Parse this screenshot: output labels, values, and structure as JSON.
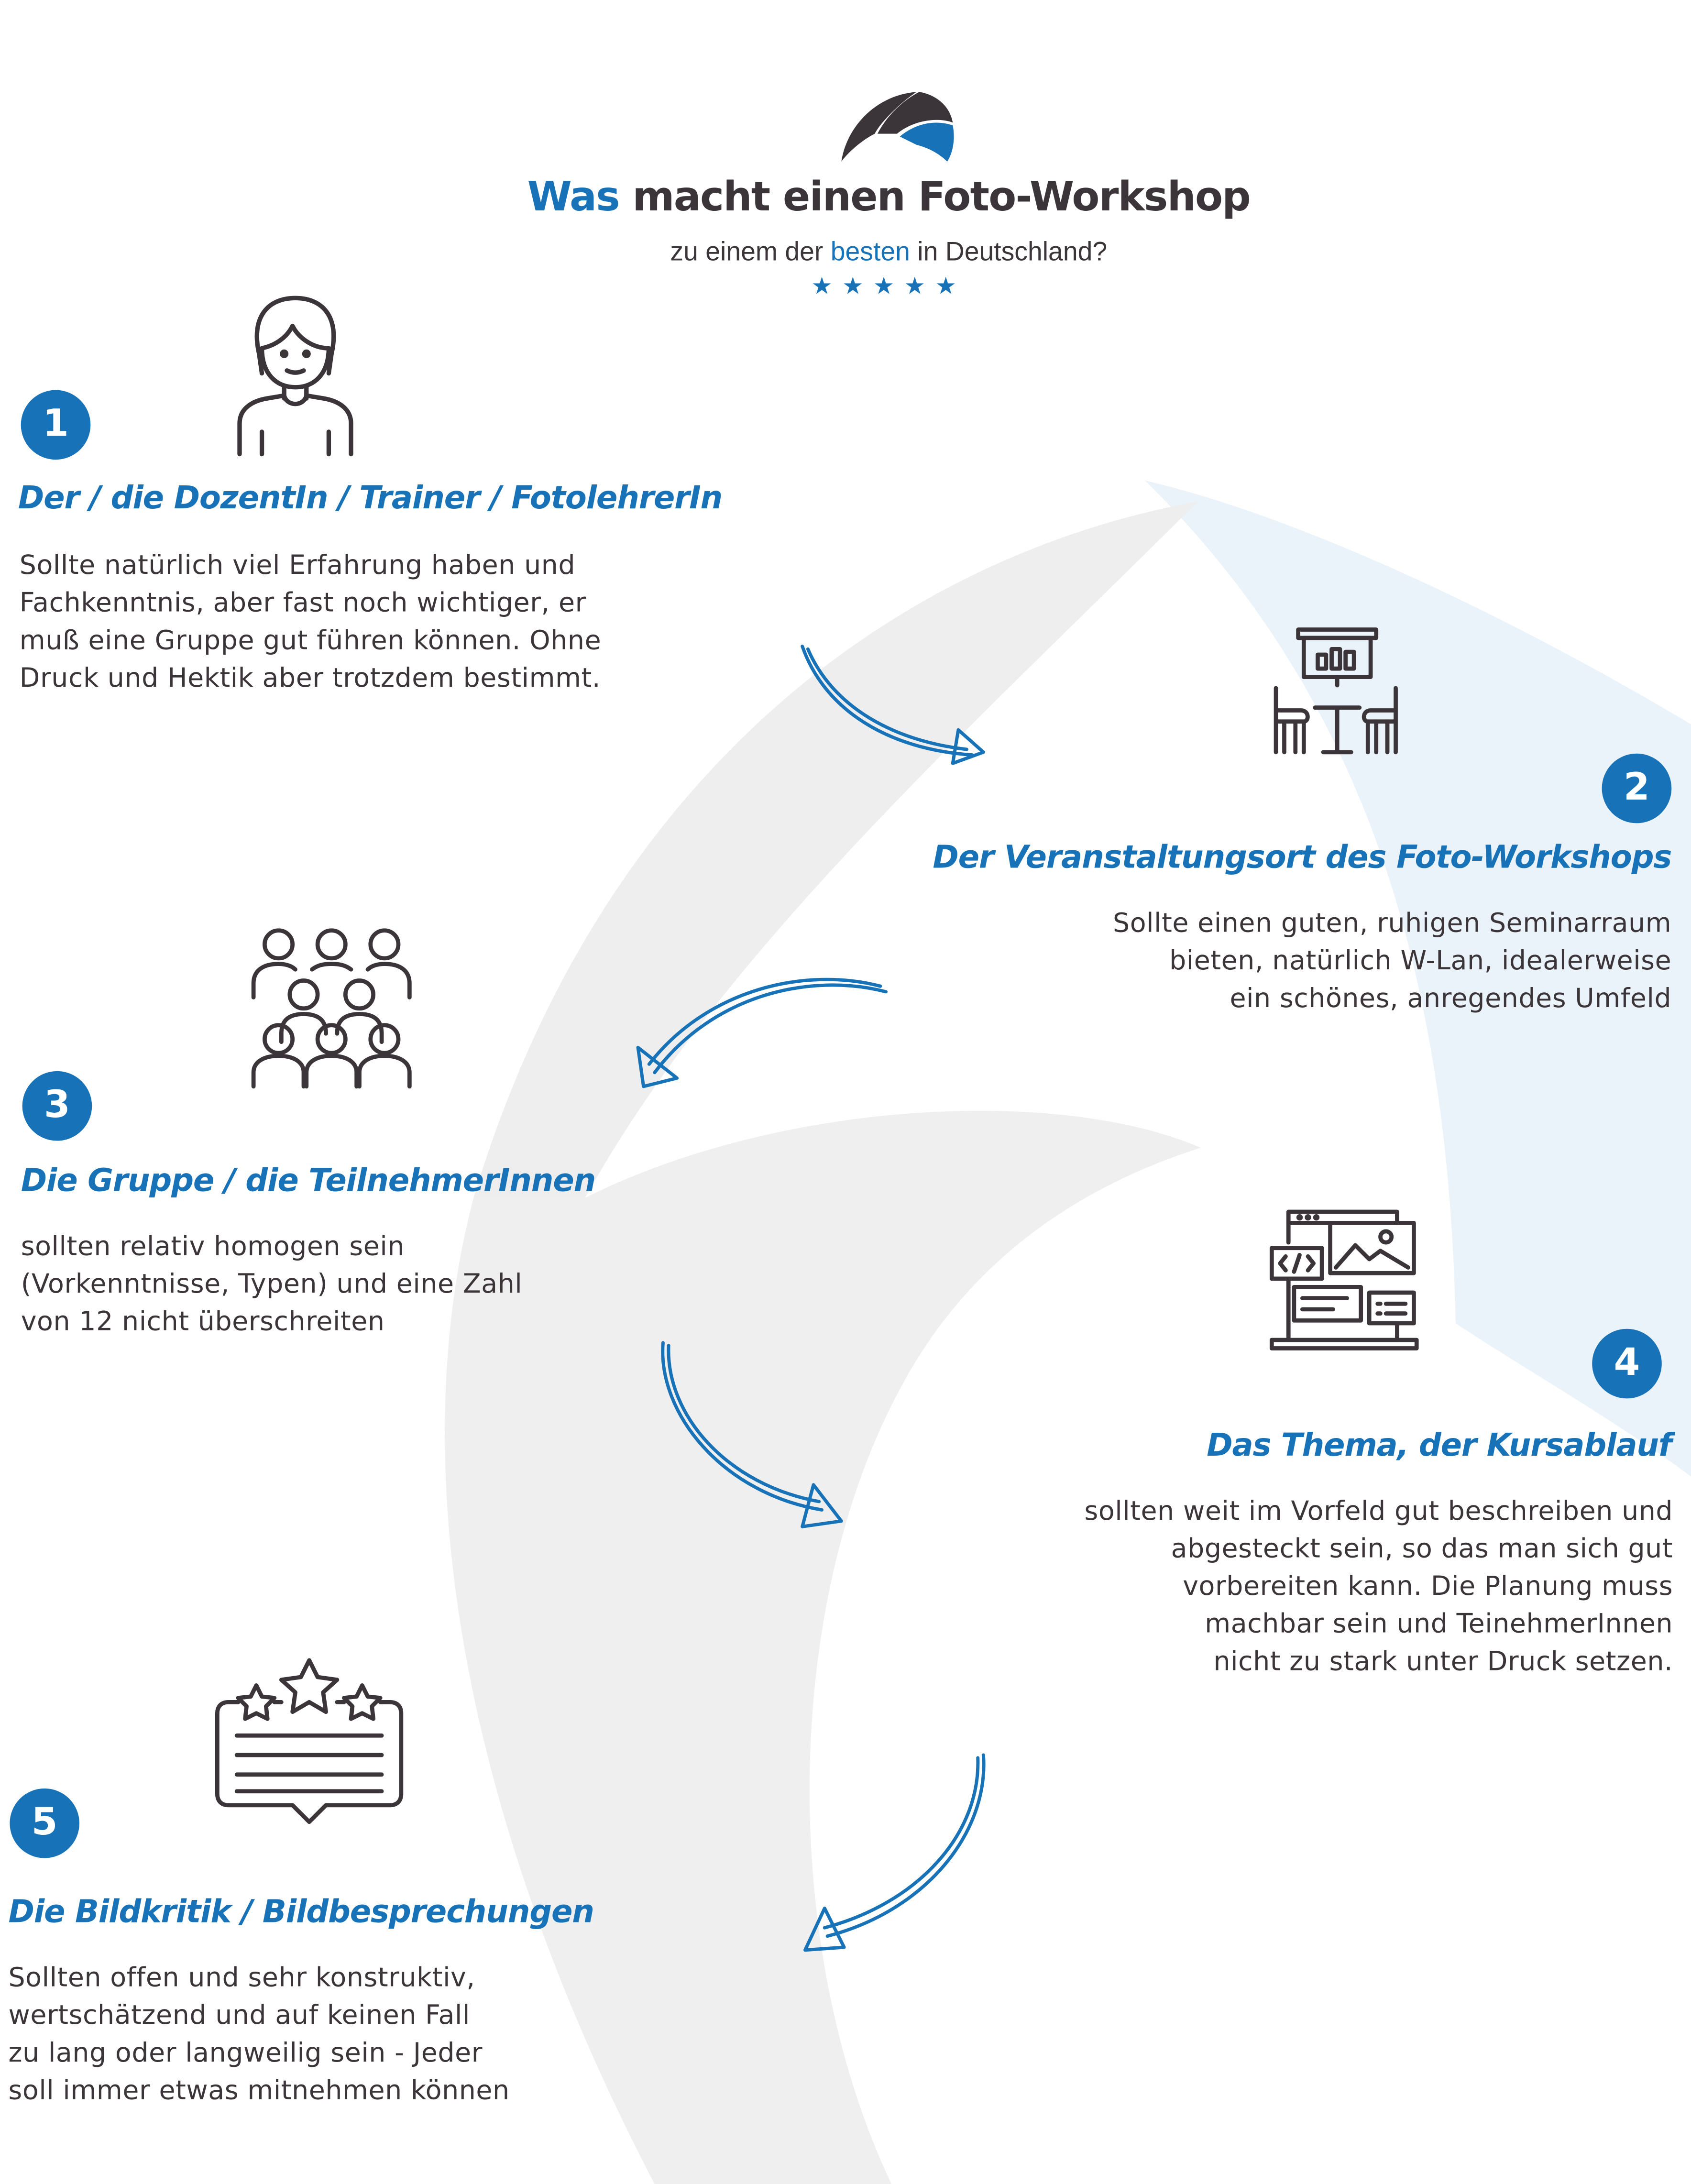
{
  "header": {
    "title_accent": "Was",
    "title_rest": " macht einen Foto-Workshop",
    "subtitle_before": "zu einem der ",
    "subtitle_accent": "besten",
    "subtitle_after": " in Deutschland?",
    "rating": {
      "value": 5,
      "max": 5,
      "glyph": "★★★★★"
    }
  },
  "colors": {
    "accent": "#1872b8",
    "text": "#3b3438",
    "background_shape": "#eeeeee",
    "background_shape_light": "#eaf2fa"
  },
  "steps": [
    {
      "number": "1",
      "heading": "Der / die DozentIn / Trainer / FotolehrerIn",
      "lines": [
        "Sollte natürlich viel Erfahrung haben und",
        "Fachkenntnis, aber fast noch wichtiger, er",
        "muß eine Gruppe gut führen können. Ohne",
        "Druck und Hektik aber trotzdem bestimmt."
      ],
      "icon": "instructor-icon"
    },
    {
      "number": "2",
      "heading": "Der Veranstaltungsort des Foto-Workshops",
      "lines": [
        "Sollte einen guten, ruhigen Seminarraum",
        "bieten, natürlich W-Lan, idealerweise",
        "ein schönes, anregendes Umfeld"
      ],
      "icon": "seminar-room-icon"
    },
    {
      "number": "3",
      "heading": "Die Gruppe / die TeilnehmerInnen",
      "lines": [
        "sollten relativ homogen sein",
        "(Vorkenntnisse, Typen) und eine Zahl",
        "von 12 nicht überschreiten"
      ],
      "icon": "group-icon"
    },
    {
      "number": "4",
      "heading": "Das Thema, der Kursablauf",
      "lines": [
        "sollten weit im Vorfeld gut beschreiben und",
        "abgesteckt sein, so das man sich gut",
        "vorbereiten kann. Die Planung muss",
        "machbar sein und TeinehmerInnen",
        "nicht zu stark unter Druck setzen."
      ],
      "icon": "course-content-icon"
    },
    {
      "number": "5",
      "heading": "Die Bildkritik / Bildbesprechungen",
      "lines": [
        "Sollten offen und sehr konstruktiv,",
        "wertschätzend und auf keinen Fall",
        "zu lang oder langweilig sein - Jeder",
        "soll immer etwas mitnehmen können"
      ],
      "icon": "rating-feedback-icon"
    }
  ],
  "flow_arrows": [
    "curved-arrow-icon",
    "curved-arrow-icon",
    "curved-arrow-icon",
    "curved-arrow-icon"
  ]
}
